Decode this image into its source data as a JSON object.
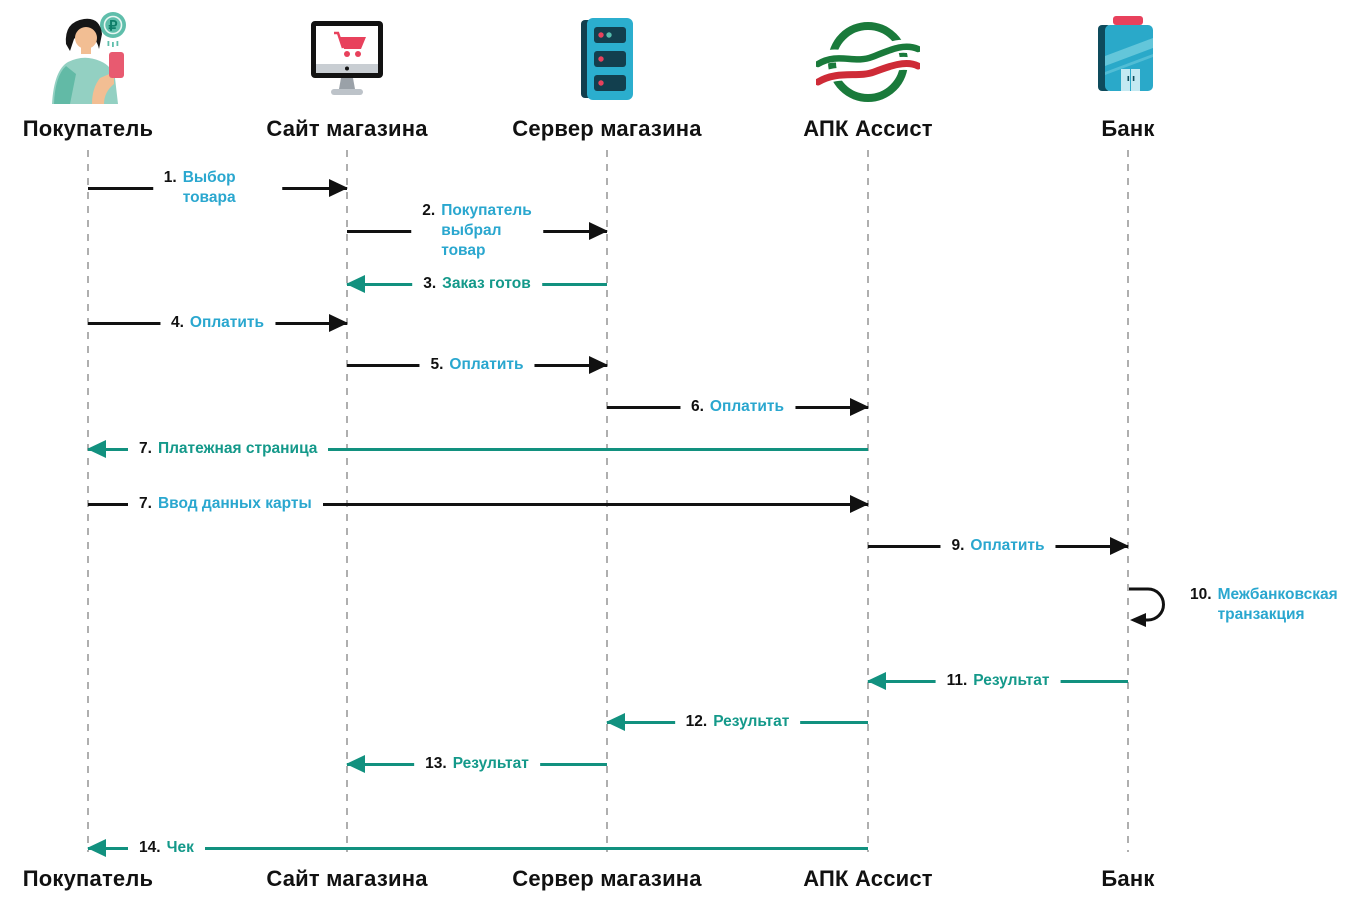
{
  "diagram_type": "payment-sequence-diagram",
  "colors": {
    "arrow_black": "#111111",
    "arrow_teal": "#12917F",
    "label_blue": "#2AA7CF",
    "label_teal": "#14998A",
    "lifeline_gray": "#AFAFAF",
    "accent_red": "#E8415C",
    "icon_teal": "#2BAECE",
    "assist_green": "#1A7A3B",
    "assist_red": "#CE2B37"
  },
  "actors": [
    {
      "id": "buyer",
      "label": "Покупатель",
      "icon": "person-with-phone-ruble-coin-icon"
    },
    {
      "id": "site",
      "label": "Сайт магазина",
      "icon": "monitor-shopping-cart-icon"
    },
    {
      "id": "server",
      "label": "Сервер магазина",
      "icon": "server-rack-icon"
    },
    {
      "id": "assist",
      "label": "АПК Ассист",
      "icon": "assist-swirl-logo-icon"
    },
    {
      "id": "bank",
      "label": "Банк",
      "icon": "bank-building-icon"
    }
  ],
  "messages": [
    {
      "num": "1.",
      "text": "Выбор товара",
      "from": "Покупатель",
      "to": "Сайт магазина",
      "arrow": "black",
      "label_color": "blue"
    },
    {
      "num": "2.",
      "text": "Покупатель\nвыбрал товар",
      "from": "Сайт магазина",
      "to": "Сервер магазина",
      "arrow": "black",
      "label_color": "blue"
    },
    {
      "num": "3.",
      "text": "Заказ готов",
      "from": "Сервер магазина",
      "to": "Сайт магазина",
      "arrow": "teal",
      "label_color": "teal"
    },
    {
      "num": "4.",
      "text": "Оплатить",
      "from": "Покупатель",
      "to": "Сайт магазина",
      "arrow": "black",
      "label_color": "blue"
    },
    {
      "num": "5.",
      "text": "Оплатить",
      "from": "Сайт магазина",
      "to": "Сервер магазина",
      "arrow": "black",
      "label_color": "blue"
    },
    {
      "num": "6.",
      "text": "Оплатить",
      "from": "Сервер магазина",
      "to": "АПК Ассист",
      "arrow": "black",
      "label_color": "blue"
    },
    {
      "num": "7.",
      "text": "Платежная страница",
      "from": "АПК Ассист",
      "to": "Покупатель",
      "arrow": "teal",
      "label_color": "teal"
    },
    {
      "num": "7.",
      "text": "Ввод данных карты",
      "from": "Покупатель",
      "to": "АПК Ассист",
      "arrow": "black",
      "label_color": "blue"
    },
    {
      "num": "9.",
      "text": "Оплатить",
      "from": "АПК Ассист",
      "to": "Банк",
      "arrow": "black",
      "label_color": "blue"
    },
    {
      "num": "10.",
      "text": "Межбанковская\nтранзакция",
      "from": "Банк",
      "to": "Банк",
      "arrow": "black",
      "label_color": "blue",
      "self_loop": true
    },
    {
      "num": "11.",
      "text": "Результат",
      "from": "Банк",
      "to": "АПК Ассист",
      "arrow": "teal",
      "label_color": "teal"
    },
    {
      "num": "12.",
      "text": "Результат",
      "from": "АПК Ассист",
      "to": "Сервер магазина",
      "arrow": "teal",
      "label_color": "teal"
    },
    {
      "num": "13.",
      "text": "Результат",
      "from": "Сервер магазина",
      "to": "Сайт магазина",
      "arrow": "teal",
      "label_color": "teal"
    },
    {
      "num": "14.",
      "text": "Чек",
      "from": "АПК Ассист",
      "to": "Покупатель",
      "arrow": "teal",
      "label_color": "teal"
    }
  ]
}
